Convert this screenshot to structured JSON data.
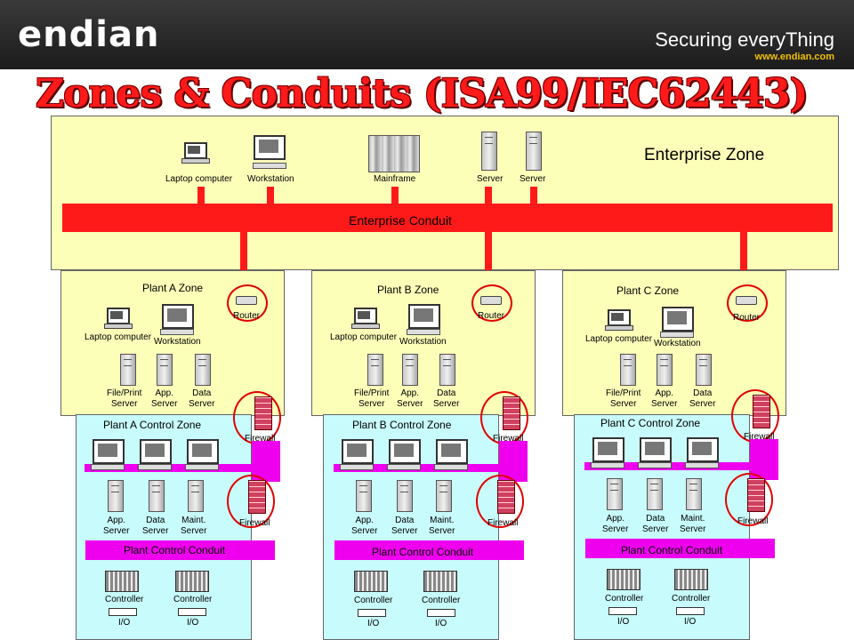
{
  "header": {
    "logo": "endian",
    "tagline": "Securing everyThing",
    "website": "www.endian.com"
  },
  "title": "Zones & Conduits (ISA99/IEC62443)",
  "enterprise": {
    "zone_label": "Enterprise Zone",
    "conduit_label": "Enterprise Conduit",
    "devices": {
      "laptop": "Laptop computer",
      "workstation": "Workstation",
      "mainframe": "Mainframe",
      "server1": "Server",
      "server2": "Server"
    }
  },
  "plants": [
    {
      "zone": "Plant A Zone",
      "control_zone": "Plant A Control Zone"
    },
    {
      "zone": "Plant B Zone",
      "control_zone": "Plant B Control Zone"
    },
    {
      "zone": "Plant C Zone",
      "control_zone": "Plant C Control Zone"
    }
  ],
  "common": {
    "router": "Router",
    "laptop": "Laptop computer",
    "workstation": "Workstation",
    "fileprint_1": "File/Print",
    "fileprint_2": "Server",
    "app_1": "App.",
    "app_2": "Server",
    "data_1": "Data",
    "data_2": "Server",
    "maint_1": "Maint.",
    "maint_2": "Server",
    "firewall": "Firewall",
    "plant_conduit": "Plant Control Conduit",
    "controller": "Controller",
    "io": "I/O"
  },
  "colors": {
    "conduit_red": "#ff1a1a",
    "conduit_magenta": "#ee00ee",
    "enterprise_zone": "#fbffb8",
    "control_zone": "#c8fbfb",
    "title": "#ff1a1a"
  }
}
